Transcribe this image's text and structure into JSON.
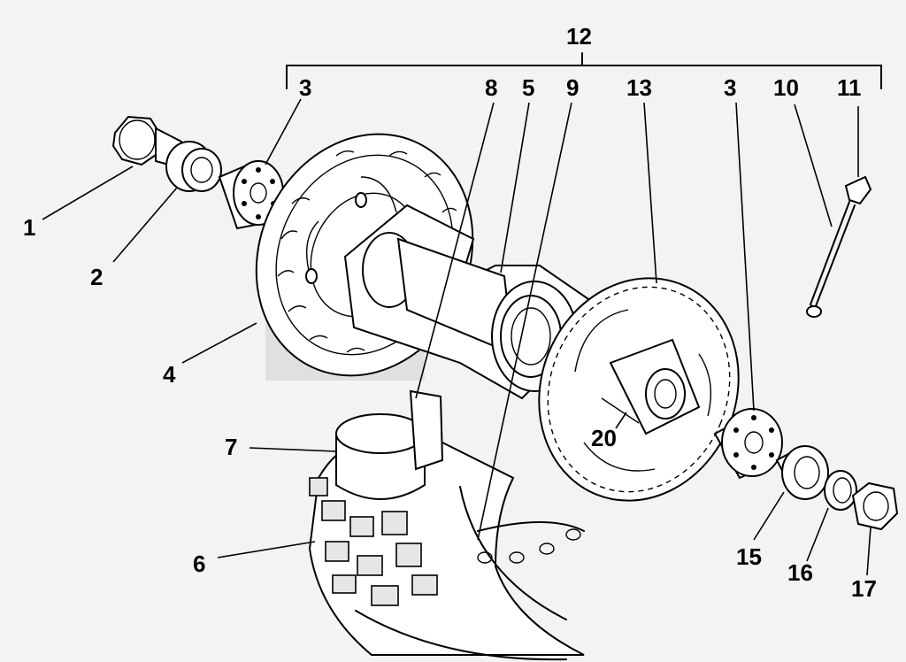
{
  "labels": {
    "p1": "1",
    "p2": "2",
    "p3a": "3",
    "p3b": "3",
    "p4": "4",
    "p5": "5",
    "p6": "6",
    "p7": "7",
    "p8": "8",
    "p9": "9",
    "p10": "10",
    "p11": "11",
    "p12": "12",
    "p13": "13",
    "p15": "15",
    "p16": "16",
    "p17": "17",
    "p20": "20"
  }
}
